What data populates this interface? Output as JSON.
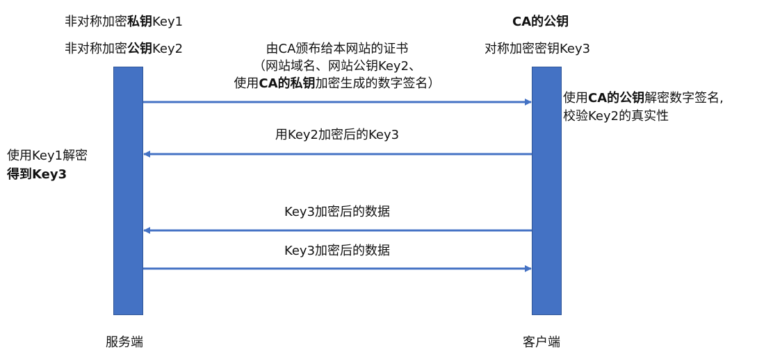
{
  "server": {
    "key1_prefix": "非对称加密",
    "key1_bold": "私钥",
    "key1_suffix": "Key1",
    "key2_prefix": "非对称加密",
    "key2_bold": "公钥",
    "key2_suffix": "Key2",
    "decrypt_line1": "使用Key1解密",
    "decrypt_line2": "得到Key3",
    "label": "服务端"
  },
  "client": {
    "ca_pubkey": "CA的公钥",
    "sym_key": "对称加密密钥Key3",
    "verify_prefix": "使用",
    "verify_bold": "CA的公钥",
    "verify_suffix": "解密数字签名,",
    "verify_line2": "校验Key2的真实性",
    "label": "客户端"
  },
  "messages": {
    "cert_line1": "由CA颁布给本网站的证书",
    "cert_line2": "（网站域名、网站公钥Key2、",
    "cert_line3_prefix": "使用",
    "cert_line3_bold": "CA的私钥",
    "cert_line3_suffix": "加密生成的数字签名）",
    "msg2": "用Key2加密后的Key3",
    "msg3": "Key3加密后的数据",
    "msg4": "Key3加密后的数据"
  },
  "colors": {
    "lifeline": "#4472C4",
    "arrow": "#4472C4"
  }
}
